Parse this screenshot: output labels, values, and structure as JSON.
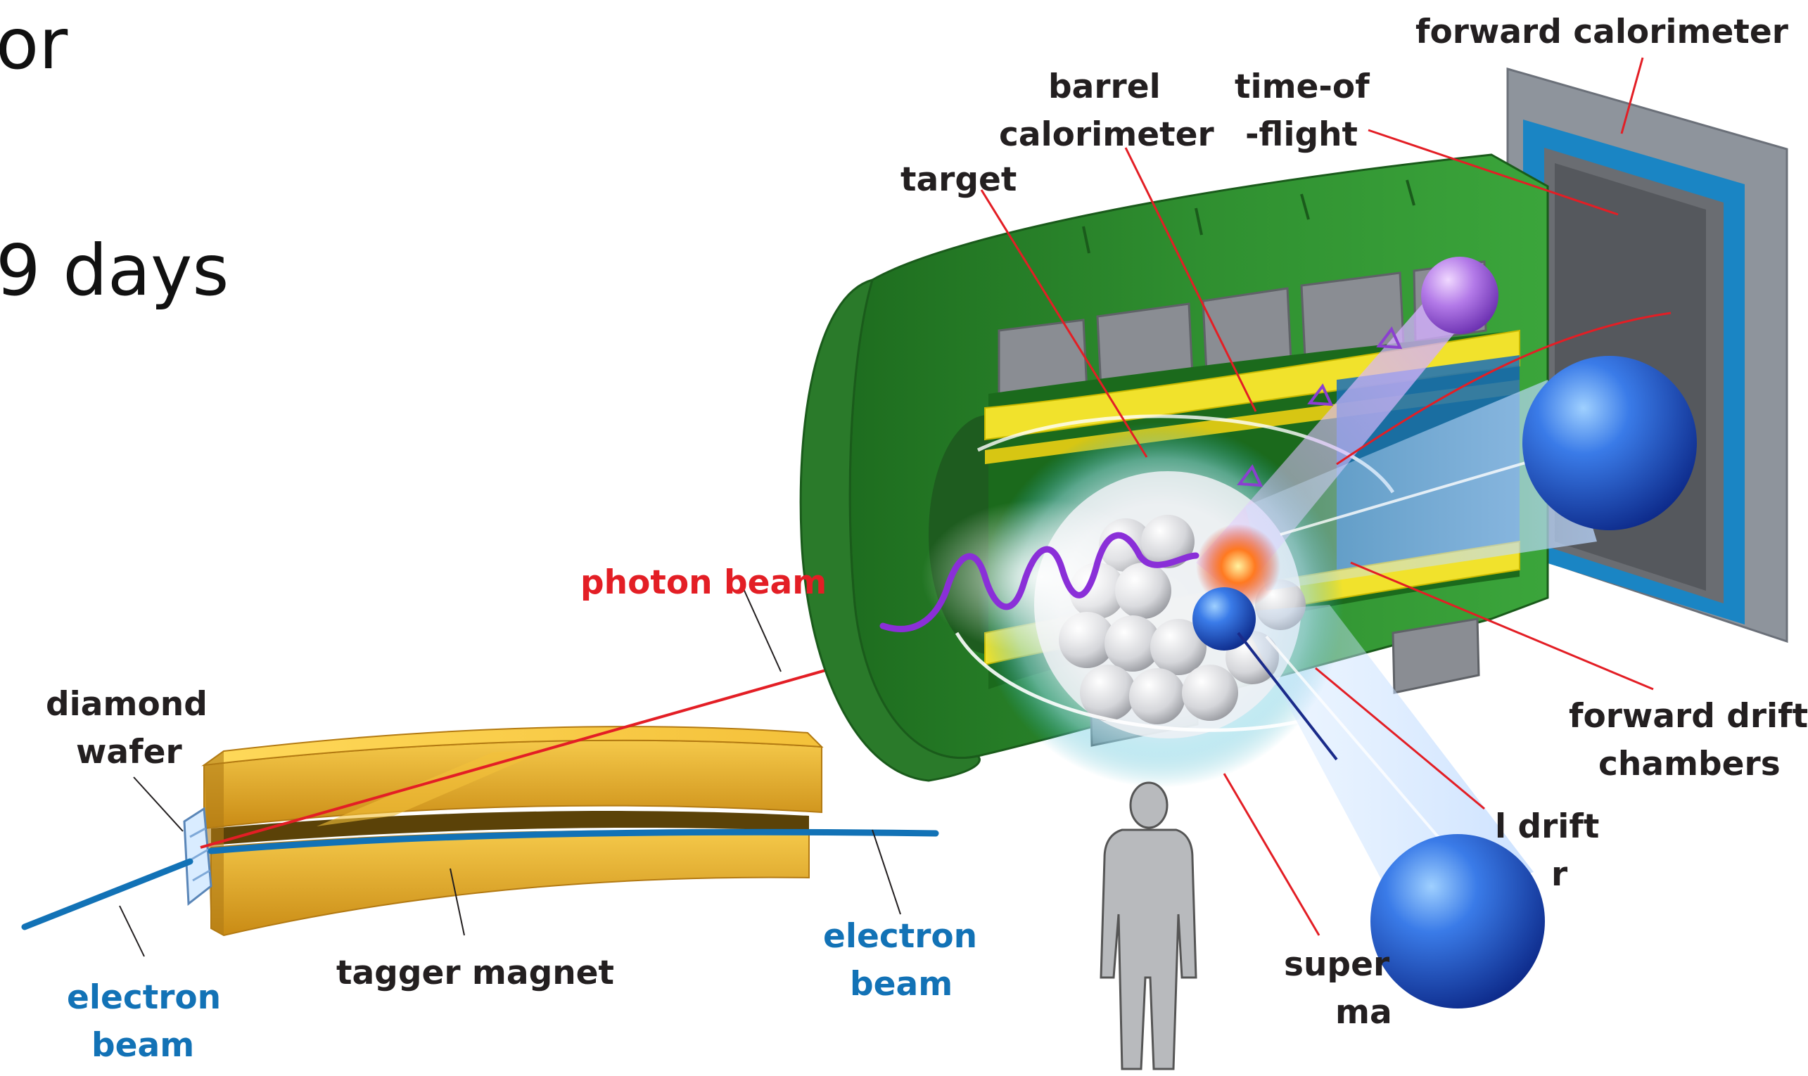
{
  "slide_text": {
    "line1": "or",
    "line2": "9 days"
  },
  "labels": {
    "forward_calorimeter": "forward calorimeter",
    "barrel_calorimeter_1": "barrel",
    "barrel_calorimeter_2": "calorimeter",
    "time_of_flight_1": "time-of",
    "time_of_flight_2": "-flight",
    "target": "target",
    "photon_beam": "photon beam",
    "diamond_wafer_1": "diamond",
    "diamond_wafer_2": "wafer",
    "forward_drift_chambers_1": "forward drift",
    "forward_drift_chambers_2": "chambers",
    "central_drift_chamber_1": "l drift",
    "central_drift_chamber_2": "r",
    "superconducting_magnet_1": "super",
    "superconducting_magnet_2": "ma",
    "tagger_magnet": "tagger magnet",
    "electron_beam_right_1": "electron",
    "electron_beam_right_2": "beam",
    "electron_beam_left_1": "electron",
    "electron_beam_left_2": "beam"
  },
  "colors": {
    "label_dark": "#231f20",
    "photon_red": "#e31e25",
    "electron_blue": "#1272b6",
    "magnet_green": "#2e8a2e",
    "tagger_gold": "#dba62a",
    "yellow_layer": "#f1e22c",
    "calorimeter_blue": "#1b86c8",
    "particle_blue": "#1d4fd0",
    "particle_purple": "#9b57d6"
  }
}
